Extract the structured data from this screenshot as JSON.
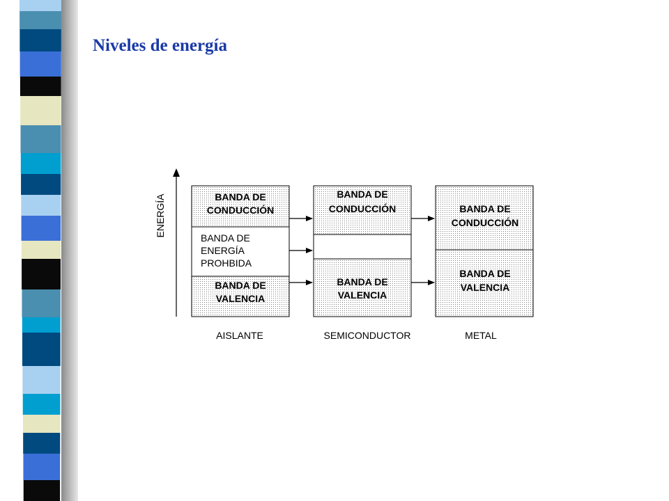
{
  "slide": {
    "title": "Niveles de energía",
    "accent_color": "#1a3aa6",
    "sidebar_palette": [
      "#004a80",
      "#4a8fb0",
      "#3a6fd8",
      "#0a0a0a",
      "#e6e6c0",
      "#009fd0",
      "#a8d0f0",
      "#003366"
    ]
  },
  "diagram": {
    "axis_label": "ENERGÍA",
    "columns": [
      {
        "name": "AISLANTE",
        "conduction": [
          "BANDA DE",
          "CONDUCCIÓN"
        ],
        "gap": [
          "BANDA DE",
          "ENERGÍA",
          "PROHBIDA"
        ],
        "valence": [
          "BANDA DE",
          "VALENCIA"
        ]
      },
      {
        "name": "SEMICONDUCTOR",
        "conduction": [
          "BANDA DE",
          "CONDUCCIÓN"
        ],
        "valence": [
          "BANDA DE",
          "VALENCIA"
        ]
      },
      {
        "name": "METAL",
        "conduction": [
          "BANDA DE",
          "CONDUCCIÓN"
        ],
        "valence": [
          "BANDA DE",
          "VALENCIA"
        ]
      }
    ]
  }
}
